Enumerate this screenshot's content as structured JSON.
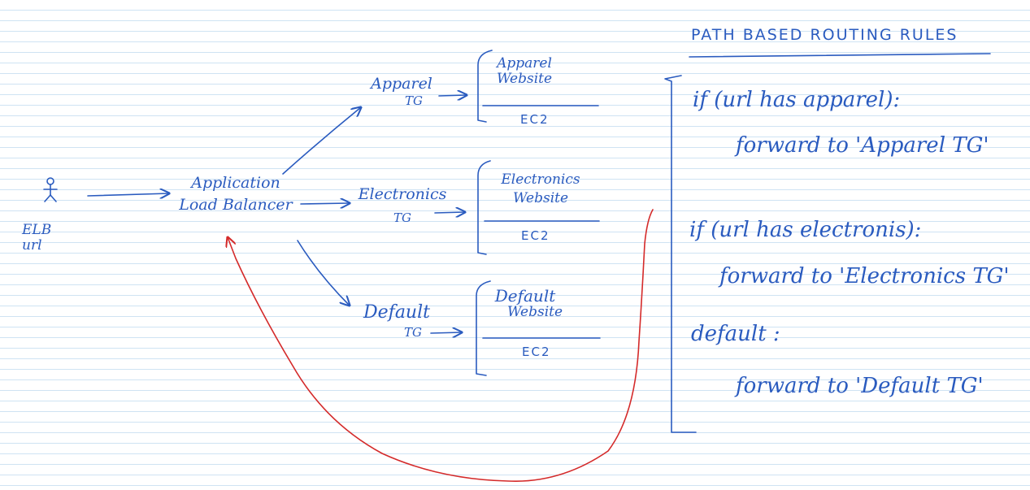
{
  "user": {
    "label_line1": "ELB",
    "label_line2": "url",
    "icon": "stick-figure-icon"
  },
  "alb": {
    "line1": "Application",
    "line2": "Load Balancer"
  },
  "target_groups": [
    {
      "line1": "Apparel",
      "line2": "TG",
      "website_line1": "Apparel",
      "website_line2": "Website",
      "ec2": "EC2"
    },
    {
      "line1": "Electronics",
      "line2": "TG",
      "website_line1": "Electronics",
      "website_line2": "Website",
      "ec2": "EC2"
    },
    {
      "line1": "Default",
      "line2": "TG",
      "website_line1": "Default",
      "website_line2": "Website",
      "ec2": "EC2"
    }
  ],
  "rules": {
    "title": "PATH BASED ROUTING RULES",
    "r1_cond": "if (url has apparel):",
    "r1_action": "forward to 'Apparel TG'",
    "r2_cond": "if (url has electronis):",
    "r2_action": "forward to 'Electronics TG'",
    "r3_cond": "default :",
    "r3_action": "forward to 'Default TG'"
  },
  "colors": {
    "ink": "#2a5bbf",
    "feedback": "#d42a2a",
    "rule_lines": "#cfe3f3"
  }
}
